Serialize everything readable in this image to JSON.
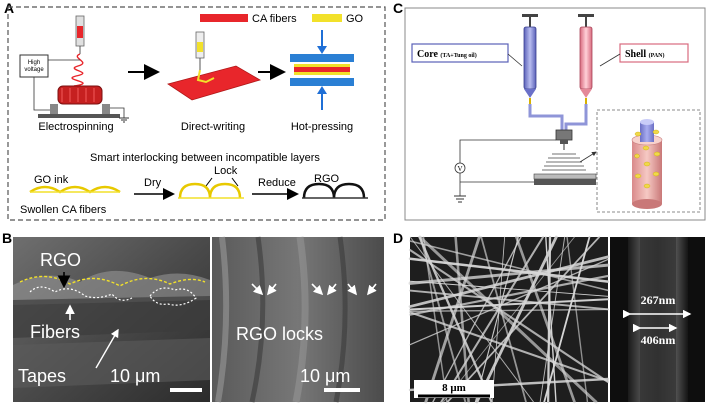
{
  "panelA": {
    "letter": "A",
    "legend_ca": "CA fibers",
    "legend_go": "GO",
    "high_voltage": "High voltage",
    "step1": "Electrospinning",
    "step2": "Direct-writing",
    "step3": "Hot-pressing",
    "interlock_title": "Smart interlocking between incompatible layers",
    "go_ink": "GO ink",
    "swollen": "Swollen CA fibers",
    "dry": "Dry",
    "lock": "Lock",
    "reduce": "Reduce",
    "rgo": "RGO"
  },
  "panelB": {
    "letter": "B",
    "rgo": "RGO",
    "fibers": "Fibers",
    "tapes": "Tapes",
    "scale_left": "10 μm",
    "rgo_locks": "RGO locks",
    "scale_right": "10 μm"
  },
  "panelC": {
    "letter": "C",
    "core_bold": "Core",
    "core_detail": "(TA+Tung oil)",
    "shell_bold": "Shell",
    "shell_detail": "(PAN)",
    "voltage": "V"
  },
  "panelD": {
    "letter": "D",
    "scale": "8 μm",
    "outer_d": "267nm",
    "inner_d": "406nm"
  },
  "colors": {
    "ca_red": "#e8262b",
    "go_yellow": "#f2e12a",
    "plate_blue": "#2a7fd4",
    "arrow_blue": "#1f6fd6",
    "core_syringe": "#8f95d8",
    "shell_syringe": "#f19aa8"
  }
}
